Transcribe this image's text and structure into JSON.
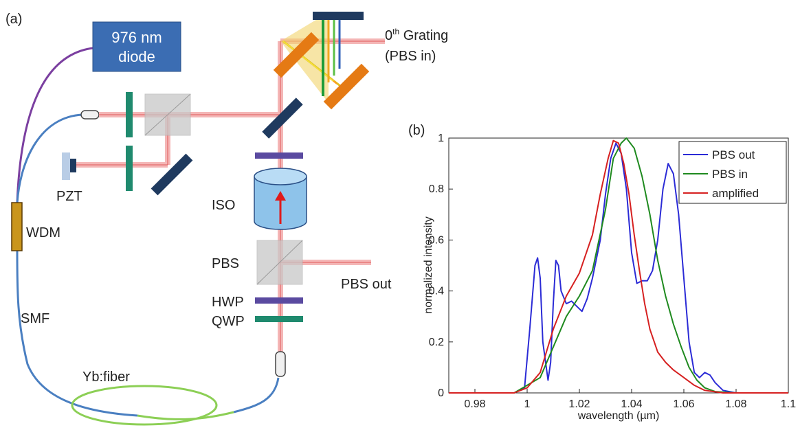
{
  "panel_a": {
    "label": "(a)",
    "diode_line1": "976 nm",
    "diode_line2": "diode",
    "grating_sup": "th",
    "grating_text": " Grating",
    "grating_zero": "0",
    "grating_line2": "(PBS in)",
    "pzt": "PZT",
    "wdm": "WDM",
    "smf": "SMF",
    "yb_fiber": "Yb:fiber",
    "iso": "ISO",
    "pbs": "PBS",
    "pbs_out": "PBS out",
    "hwp": "HWP",
    "qwp": "QWP"
  },
  "panel_b": {
    "label": "(b)"
  },
  "colors": {
    "diode": "#3b6db3",
    "mirror": "#1f3a5f",
    "grating": "#e57a14",
    "waveplate_green": "#1f8a6e",
    "waveplate_purple": "#5a4aa0",
    "beam": "#f4b6b6",
    "fiber_purple": "#7b3fa0",
    "fiber_blue": "#4a7fc1",
    "fiber_green": "#8ccf55",
    "iso": "#8ec3ea"
  },
  "chart_data": {
    "type": "line",
    "xlabel": "wavelength (µm)",
    "ylabel": "normalized intensity",
    "xlim": [
      0.97,
      1.1
    ],
    "ylim": [
      0,
      1
    ],
    "xticks": [
      "0.98",
      "1",
      "1.02",
      "1.04",
      "1.06",
      "1.08",
      "1.1"
    ],
    "yticks": [
      "0",
      "0.2",
      "0.4",
      "0.6",
      "0.8",
      "1"
    ],
    "legend_position": "top-right",
    "series": [
      {
        "name": "PBS out",
        "color": "#2b2bd6",
        "x": [
          0.97,
          0.995,
          0.999,
          1.001,
          1.003,
          1.004,
          1.005,
          1.006,
          1.008,
          1.009,
          1.01,
          1.011,
          1.012,
          1.013,
          1.015,
          1.017,
          1.019,
          1.021,
          1.023,
          1.025,
          1.028,
          1.03,
          1.032,
          1.034,
          1.036,
          1.038,
          1.04,
          1.042,
          1.044,
          1.046,
          1.048,
          1.05,
          1.052,
          1.054,
          1.056,
          1.058,
          1.06,
          1.062,
          1.064,
          1.066,
          1.068,
          1.07,
          1.072,
          1.075,
          1.08,
          1.1
        ],
        "y": [
          0,
          0,
          0.02,
          0.25,
          0.5,
          0.53,
          0.45,
          0.2,
          0.05,
          0.12,
          0.35,
          0.52,
          0.5,
          0.4,
          0.35,
          0.36,
          0.34,
          0.32,
          0.37,
          0.45,
          0.6,
          0.78,
          0.92,
          0.98,
          0.94,
          0.8,
          0.55,
          0.43,
          0.44,
          0.44,
          0.48,
          0.6,
          0.8,
          0.9,
          0.86,
          0.7,
          0.45,
          0.2,
          0.08,
          0.06,
          0.08,
          0.07,
          0.04,
          0.01,
          0,
          0
        ]
      },
      {
        "name": "PBS in",
        "color": "#1f8a1f",
        "x": [
          0.97,
          0.995,
          1.0,
          1.005,
          1.01,
          1.015,
          1.02,
          1.025,
          1.03,
          1.033,
          1.036,
          1.038,
          1.041,
          1.044,
          1.047,
          1.05,
          1.053,
          1.056,
          1.059,
          1.062,
          1.065,
          1.068,
          1.072,
          1.08,
          1.1
        ],
        "y": [
          0,
          0,
          0.03,
          0.06,
          0.18,
          0.3,
          0.38,
          0.48,
          0.72,
          0.92,
          0.98,
          1.0,
          0.96,
          0.85,
          0.7,
          0.52,
          0.38,
          0.27,
          0.18,
          0.1,
          0.05,
          0.02,
          0.005,
          0,
          0
        ]
      },
      {
        "name": "amplified",
        "color": "#d62020",
        "x": [
          0.97,
          0.995,
          1.0,
          1.005,
          1.01,
          1.015,
          1.02,
          1.025,
          1.028,
          1.031,
          1.033,
          1.035,
          1.037,
          1.039,
          1.041,
          1.043,
          1.045,
          1.047,
          1.05,
          1.053,
          1.056,
          1.06,
          1.064,
          1.068,
          1.075,
          1.1
        ],
        "y": [
          0,
          0,
          0.02,
          0.08,
          0.25,
          0.38,
          0.47,
          0.62,
          0.78,
          0.92,
          0.99,
          0.98,
          0.9,
          0.78,
          0.62,
          0.48,
          0.35,
          0.25,
          0.16,
          0.12,
          0.09,
          0.06,
          0.03,
          0.01,
          0,
          0
        ]
      }
    ]
  }
}
